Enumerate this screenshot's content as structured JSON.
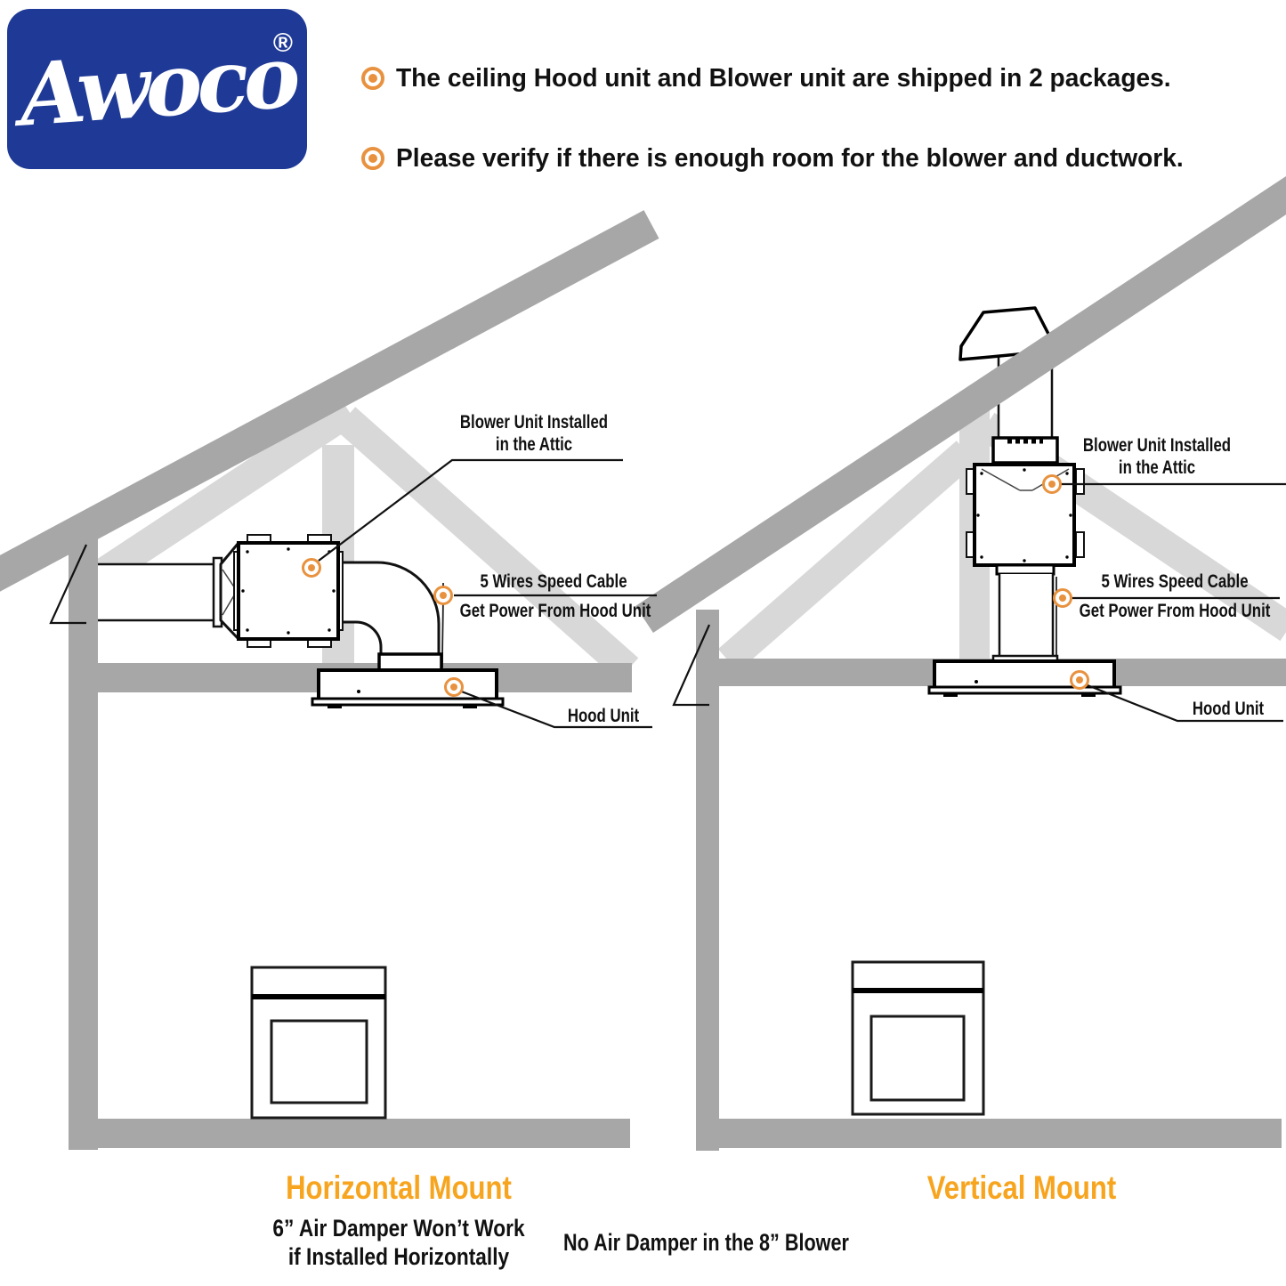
{
  "logo": {
    "brand": "Awoco",
    "registered": "®"
  },
  "header": {
    "bullets": [
      "The ceiling Hood unit and Blower unit are shipped in 2 packages.",
      "Please verify if there is enough room for the blower and ductwork."
    ]
  },
  "left_diagram": {
    "blower_label_line1": "Blower Unit Installed",
    "blower_label_line2": "in the Attic",
    "cable_label_line1": "5 Wires Speed Cable",
    "cable_label_line2": "Get Power From Hood Unit",
    "hood_label": "Hood Unit",
    "caption": "Horizontal Mount",
    "note_line1": "6” Air Damper Won’t Work",
    "note_line2": "if Installed Horizontally"
  },
  "right_diagram": {
    "blower_label_line1": "Blower Unit Installed",
    "blower_label_line2": "in the Attic",
    "cable_label_line1": "5 Wires Speed Cable",
    "cable_label_line2": "Get Power From Hood Unit",
    "hood_label": "Hood Unit",
    "caption": "Vertical Mount"
  },
  "footer_note": "No Air Damper in the 8” Blower",
  "colors": {
    "logo_blue": "#1f3a96",
    "marker_orange": "#e8923f",
    "heading_orange": "#f7a41e",
    "structure_gray": "#a7a7a7",
    "truss_gray": "#d8d8d8"
  }
}
